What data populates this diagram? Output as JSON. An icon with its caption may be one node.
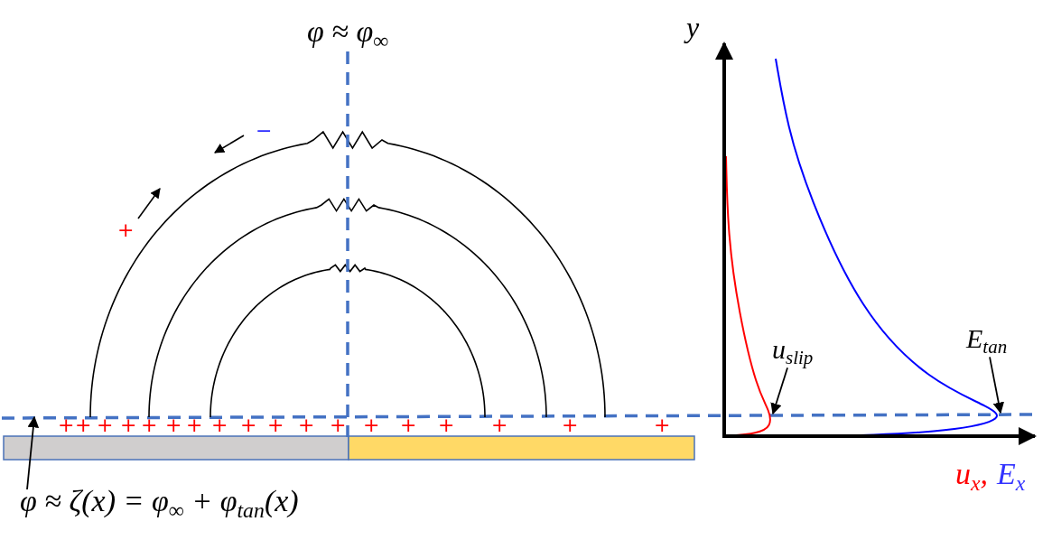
{
  "diagram": {
    "nodes": [
      {
        "text": [
          "φ ≈ ζ(x) = φ$_{∞}$ + φ$_{tan}$(x)"
        ]
      },
      {
        "text": [
          "u$_{slip}$"
        ]
      },
      {
        "text": [
          "E$_{tan}$"
        ]
      },
      {
        "text": [],
        "shape": "bar"
      },
      {
        "text": [],
        "shape": "bar"
      },
      {
        "text": [],
        "shape": "line"
      }
    ],
    "edges": [
      {
        "from": 0,
        "to": 5,
        "arrow": "to"
      },
      {
        "from": 1,
        "to": 5,
        "arrow": "to"
      },
      {
        "from": 2,
        "to": 5,
        "arrow": "to"
      }
    ],
    "labels": [
      "φ ≈ φ$_{∞}$",
      "−",
      "+",
      "+",
      "+",
      "+",
      "+",
      "+",
      "+",
      "+",
      "+",
      "+",
      "+",
      "+",
      "+",
      "+",
      "+",
      "+",
      "+",
      "+",
      "+",
      "y",
      "u$_{x}$,",
      "E$_{x}$"
    ]
  }
}
